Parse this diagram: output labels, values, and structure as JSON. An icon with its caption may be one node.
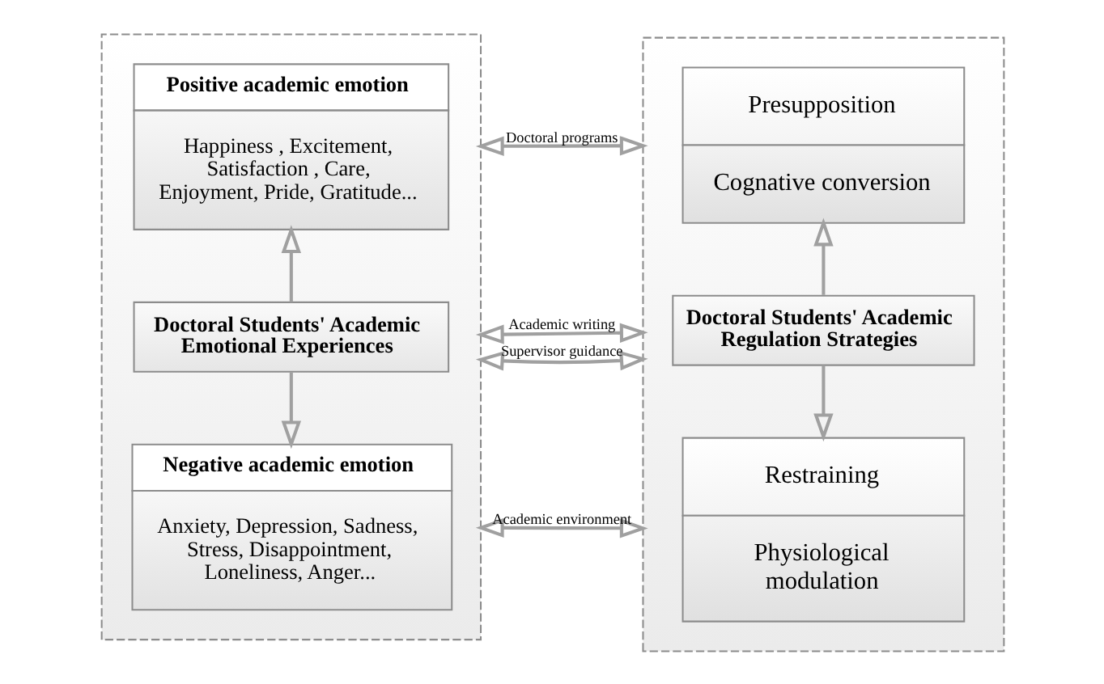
{
  "diagram": {
    "nodes": [
      {
        "text": [],
        "shape": "box"
      },
      {
        "text": [
          "Positive academic emotion",
          "Happiness , Excitement, Satisfaction , Care, Enjoyment, Pride, Gratitude..."
        ],
        "in": 0
      },
      {
        "text": [
          "Doctoral Students' Academic Emotional Experiences"
        ],
        "in": 0
      },
      {
        "text": [
          "Negative academic emotion",
          "Anxiety, Depression, Sadness, Stress, Disappointment, Loneliness, Anger..."
        ],
        "in": 0
      },
      {
        "text": [],
        "shape": "box"
      },
      {
        "text": [
          "Presupposition",
          "Cognative conversion"
        ],
        "in": 4
      },
      {
        "text": [
          "Doctoral Students' Academic Regulation Strategies"
        ],
        "in": 4
      },
      {
        "text": [
          "Restraining",
          "Physiological modulation"
        ],
        "in": 4
      }
    ],
    "edges": [
      {
        "from": 2,
        "to": 1,
        "arrow": "to"
      },
      {
        "from": 2,
        "to": 3,
        "arrow": "to"
      },
      {
        "from": 0,
        "to": 4,
        "arrow": "both",
        "label": "Doctoral programs"
      },
      {
        "from": 0,
        "to": 4,
        "arrow": "both",
        "label": "Academic writing"
      },
      {
        "from": 0,
        "to": 4,
        "arrow": "both",
        "label": "Supervisor guidance"
      },
      {
        "from": 0,
        "to": 4,
        "arrow": "both",
        "label": "Academic environment"
      },
      {
        "from": 6,
        "to": 5,
        "arrow": "to"
      },
      {
        "from": 6,
        "to": 7,
        "arrow": "to"
      }
    ]
  }
}
